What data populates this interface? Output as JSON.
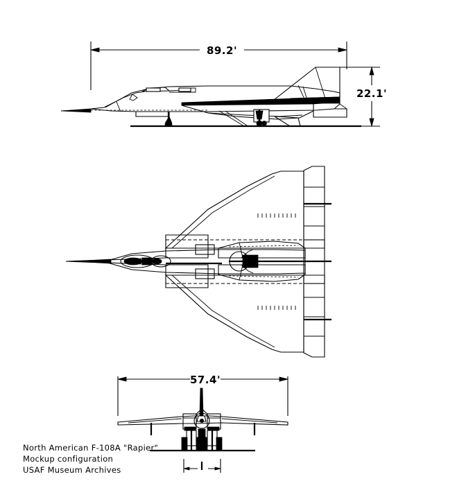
{
  "document": {
    "type": "three-view aircraft technical drawing",
    "background_color": "#ffffff",
    "ink_color": "#000000"
  },
  "caption": {
    "line1": "North American F-108A \"Rapier\"",
    "line2": "Mockup configuration",
    "line3": "USAF Museum Archives"
  },
  "views": {
    "side": {
      "name": "side-elevation-view",
      "label": "side view"
    },
    "plan": {
      "name": "plan-top-view",
      "label": "plan view"
    },
    "front": {
      "name": "front-elevation-view",
      "label": "front view"
    }
  },
  "dimensions": {
    "length": {
      "value": "89.2'",
      "view": "side",
      "orientation": "horizontal"
    },
    "height": {
      "value": "22.1'",
      "view": "side",
      "orientation": "vertical"
    },
    "wingspan": {
      "value": "57.4'",
      "view": "front",
      "orientation": "horizontal"
    },
    "gear_track": {
      "value": "",
      "view": "front",
      "orientation": "horizontal"
    }
  }
}
